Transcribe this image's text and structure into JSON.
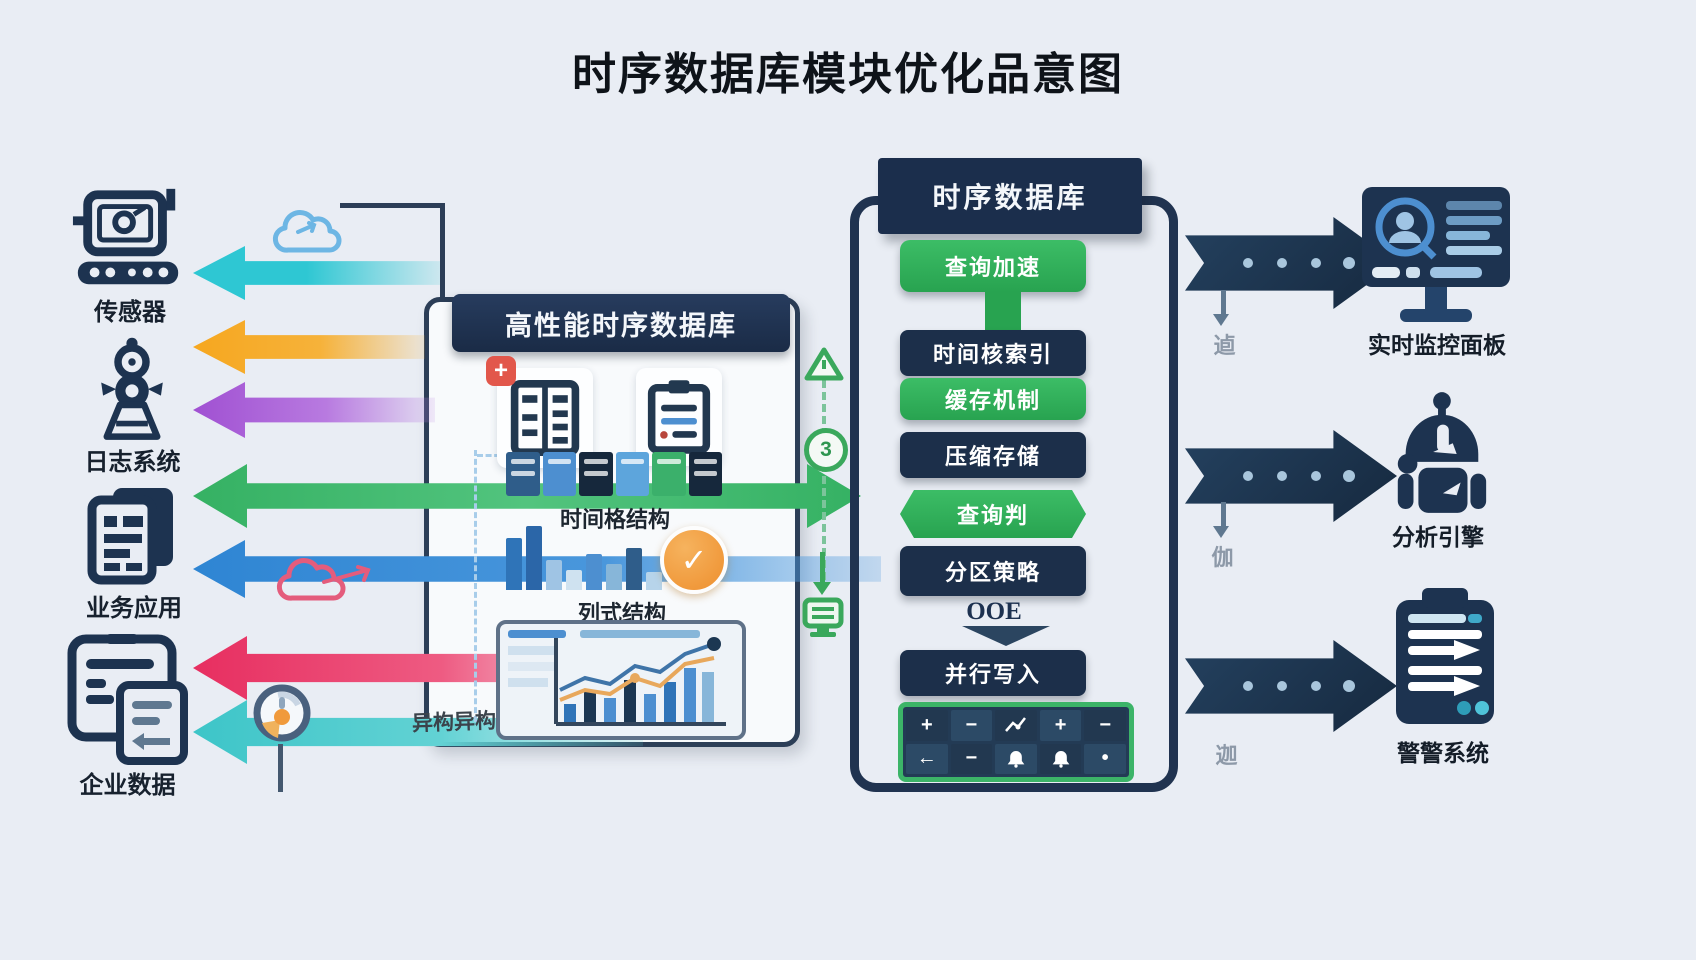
{
  "title": "时序数据库模块优化品意图",
  "colors": {
    "background": "#e9edf4",
    "navy": "#1d3350",
    "panel_header": "#1b2e4c",
    "accent_green": "#2fb05a",
    "arrow_cyan": "#2ec7d3",
    "arrow_orange": "#f6a71f",
    "arrow_purple": "#a050d2",
    "arrow_green": "#35b163",
    "arrow_blue": "#2e85d3",
    "arrow_pink": "#e72e60",
    "arrow_teal": "#3dc5c8",
    "banner_navy": "#1d3a5c",
    "check_orange": "#ef9d3f"
  },
  "sources": {
    "items": [
      {
        "label": "传感器",
        "icon": "sensor-icon"
      },
      {
        "label": "日志系统",
        "icon": "log-system-icon"
      },
      {
        "label": "业务应用",
        "icon": "business-app-icon"
      },
      {
        "label": "企业数据",
        "icon": "enterprise-data-icon"
      }
    ]
  },
  "middle_panel": {
    "header": "高性能时序数据库",
    "row_label": "时间格结构",
    "column_label": "列式结构",
    "doc_badge": "+",
    "check_mark": "✓"
  },
  "annotations": {
    "heterogeneous": "异构异构"
  },
  "connector_column": {
    "step_number": "3"
  },
  "tsdb_panel": {
    "header": "时序数据库",
    "modules": [
      {
        "label": "查询加速",
        "style": "green"
      },
      {
        "label": "时间核索引",
        "style": "navy"
      },
      {
        "label": "缓存机制",
        "style": "green"
      },
      {
        "label": "压缩存储",
        "style": "navy"
      },
      {
        "label": "查询判",
        "style": "green-arrow"
      },
      {
        "label": "分区策略",
        "style": "navy"
      },
      {
        "label": "并行写入",
        "style": "navy"
      }
    ],
    "ooe_label": "OOE",
    "grid_icons": [
      "plus",
      "minus",
      "trend",
      "plus",
      "minus",
      "arrow-left",
      "minus",
      "bell",
      "bell",
      "dot"
    ]
  },
  "output_arrows": [
    {
      "glyph": "逌"
    },
    {
      "glyph": "伽"
    },
    {
      "glyph": "迦"
    }
  ],
  "outputs": {
    "items": [
      {
        "label": "实时监控面板",
        "icon": "monitor-icon"
      },
      {
        "label": "分析引擎",
        "icon": "robot-icon"
      },
      {
        "label": "警警系统",
        "icon": "clipboard-icon"
      }
    ]
  }
}
